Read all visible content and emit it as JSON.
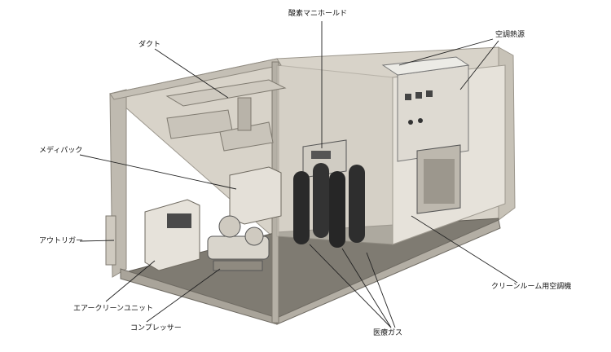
{
  "labels": {
    "manifold": "酸素マニホールド",
    "duct": "ダクト",
    "ac_source": "空調熱源",
    "medipack": "メディパック",
    "outrigger": "アウトリガー",
    "clean_ac": "クリーンルーム用空調機",
    "air_clean_unit": "エアークリーンユニット",
    "compressor": "コンプレッサー",
    "medical_gas": "医療ガス"
  },
  "colors": {
    "container_frame": "#b9b4a8",
    "floor": "#7c786f",
    "wall": "#cfcac0",
    "cylinder": "#2a2a2a",
    "leader": "#222222"
  }
}
